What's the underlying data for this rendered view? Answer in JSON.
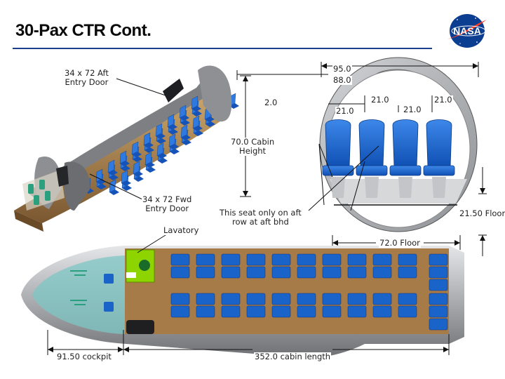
{
  "page": {
    "title": "30-Pax CTR Cont."
  },
  "logo": {
    "text": "NASA",
    "colors": {
      "blue": "#0b3d91",
      "red": "#fc3d21"
    }
  },
  "labels": {
    "aft_door": "34 x 72 Aft\nEntry Door",
    "fwd_door": "34 x 72 Fwd\nEntry Door",
    "lavatory": "Lavatory",
    "seat_note": "This seat only on aft\nrow at aft bhd",
    "cabin_height": "70.0 Cabin\nHeight"
  },
  "dimensions": {
    "outer_width": "95.0",
    "inner_width": "88.0",
    "aisle_offset": "2.0",
    "seat_width_1": "21.0",
    "seat_width_2": "21.0",
    "seat_width_3": "21.0",
    "seat_width_4": "21.0",
    "floor_height": "21.50 Floor",
    "floor_width": "72.0 Floor",
    "cockpit_length": "91.50 cockpit",
    "cabin_length": "352.0 cabin length"
  },
  "colors": {
    "seat_blue": "#1a63c9",
    "fuselage_gray": "#a7a9ad",
    "cabin_floor": "#8a6a3e",
    "lavatory_green": "#8ed400",
    "cockpit_teal": "#7ec7c4",
    "title_rule": "#1a3f8f"
  }
}
